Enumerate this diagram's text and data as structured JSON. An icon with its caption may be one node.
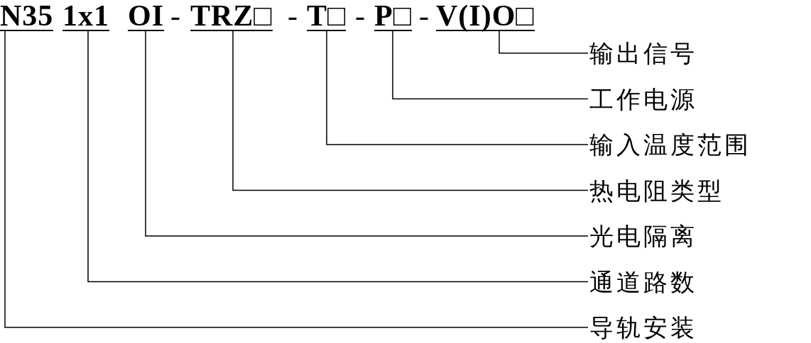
{
  "diagram": {
    "nodes": [
      {
        "text": [
          "N35"
        ]
      },
      {
        "text": [
          "1x1"
        ]
      },
      {
        "text": [
          "OI"
        ]
      },
      {
        "text": [
          "TRZ□"
        ]
      },
      {
        "text": [
          "T□"
        ]
      },
      {
        "text": [
          "P□"
        ]
      },
      {
        "text": [
          "V(I)O□"
        ]
      },
      {
        "text": [
          "输出信号"
        ]
      },
      {
        "text": [
          "工作电源"
        ]
      },
      {
        "text": [
          "输入温度范围"
        ]
      },
      {
        "text": [
          "热电阻类型"
        ]
      },
      {
        "text": [
          "光电隔离"
        ]
      },
      {
        "text": [
          "通道路数"
        ]
      },
      {
        "text": [
          "导轨安装"
        ]
      }
    ],
    "edges": [
      {
        "from": 6,
        "to": 7,
        "arrow": "none"
      },
      {
        "from": 5,
        "to": 8,
        "arrow": "none"
      },
      {
        "from": 4,
        "to": 9,
        "arrow": "none"
      },
      {
        "from": 3,
        "to": 10,
        "arrow": "none"
      },
      {
        "from": 2,
        "to": 11,
        "arrow": "none"
      },
      {
        "from": 1,
        "to": 12,
        "arrow": "none"
      },
      {
        "from": 0,
        "to": 13,
        "arrow": "none"
      }
    ],
    "labels": [
      "-",
      "-",
      "-",
      "-"
    ]
  }
}
